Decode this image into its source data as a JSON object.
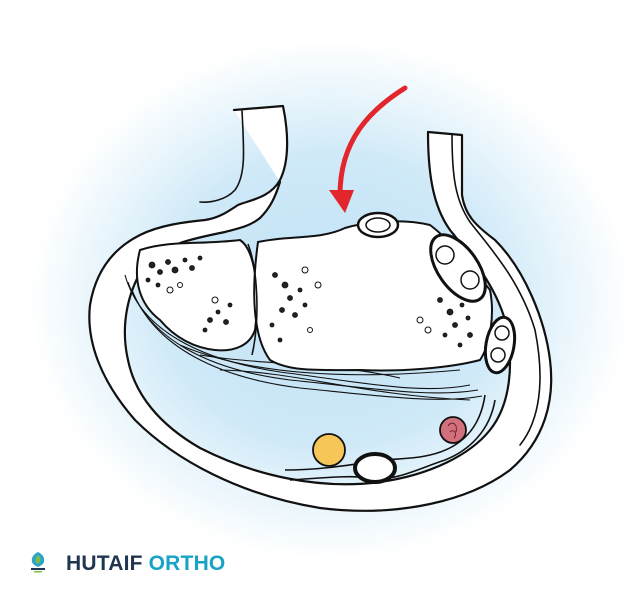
{
  "figure": {
    "subject": "cross-section anatomical illustration",
    "arrow_direction": "curved-down-left",
    "colors": {
      "background_glow": "#c4e4f7",
      "outline": "#111111",
      "fill": "#ffffff",
      "arrow": "#e3262b",
      "nerve_yellow": "#f6c658",
      "vessel_red": "#d2707e"
    }
  },
  "brand": {
    "logo_icon": "hutaif-ortho-logo",
    "name_part1": "HUTAIF",
    "name_part2": "ORTHO",
    "colors": {
      "part1": "#1f3550",
      "part2": "#17a3c5"
    }
  }
}
